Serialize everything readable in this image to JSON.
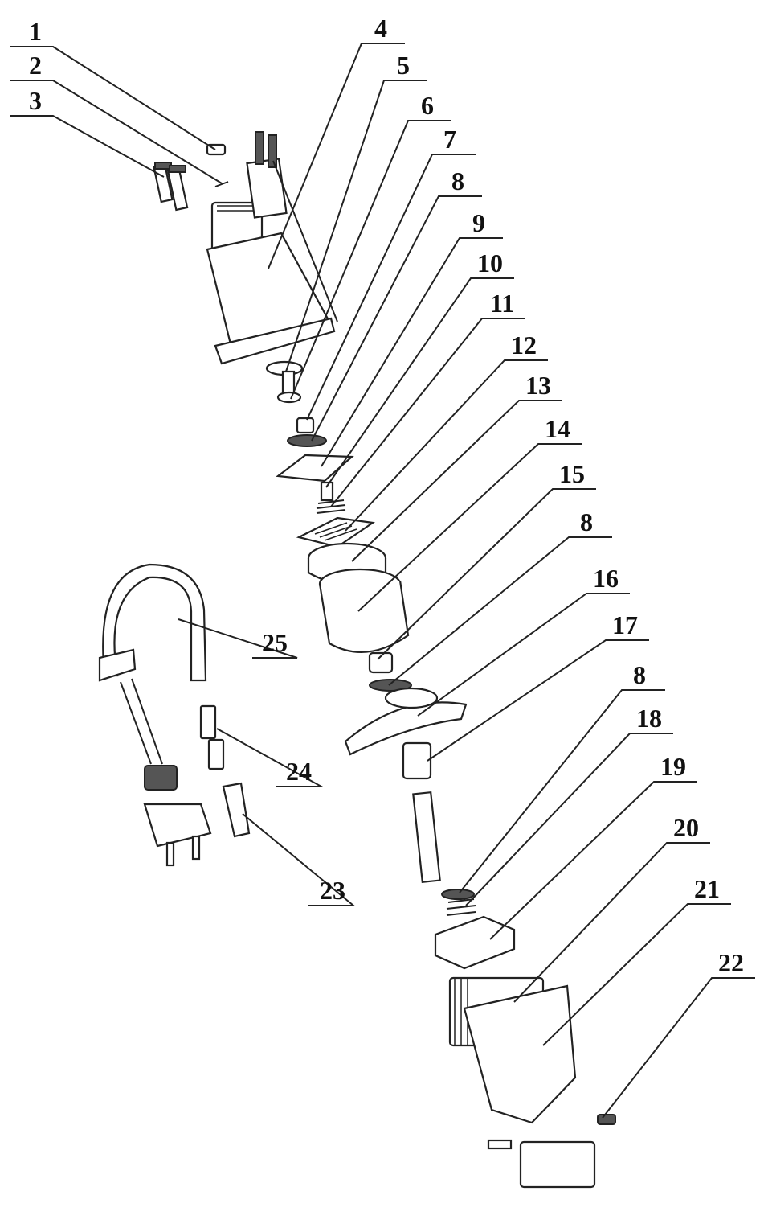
{
  "figure": {
    "callouts": [
      "1",
      "2",
      "3",
      "4",
      "5",
      "6",
      "7",
      "8",
      "9",
      "10",
      "11",
      "12",
      "13",
      "14",
      "15",
      "8",
      "16",
      "17",
      "8",
      "18",
      "19",
      "20",
      "21",
      "22",
      "23",
      "24",
      "25"
    ]
  }
}
